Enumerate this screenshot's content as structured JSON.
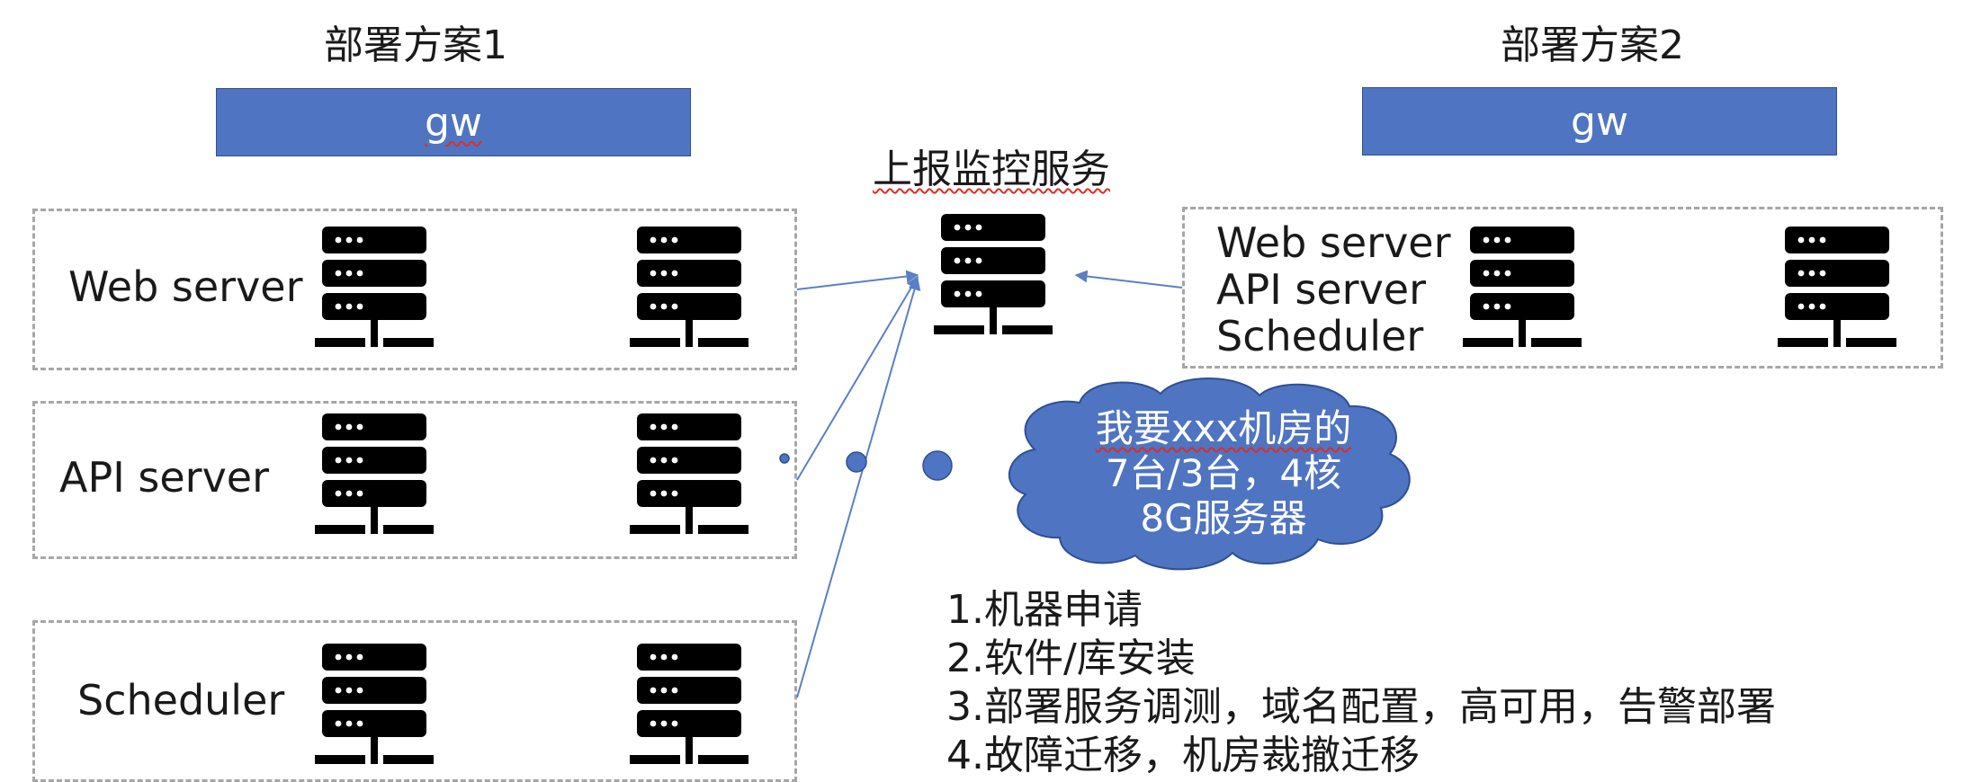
{
  "plan1": {
    "title": "部署方案1",
    "gw": "gw",
    "groups": [
      {
        "label": "Web server"
      },
      {
        "label": "API server"
      },
      {
        "label": "Scheduler"
      }
    ]
  },
  "plan2": {
    "title": "部署方案2",
    "gw": "gw",
    "lines": [
      "Web server",
      "API server",
      "Scheduler"
    ]
  },
  "monitor": {
    "title": "上报监控服务"
  },
  "cloud": {
    "lines": [
      "我要xxx机房的",
      "7台/3台，4核",
      "8G服务器"
    ]
  },
  "steps": [
    "1.机器申请",
    "2.软件/库安装",
    "3.部署服务调测，域名配置，高可用，告警部署",
    "4.故障迁移，机房裁撤迁移"
  ],
  "colors": {
    "gw_fill": "#4f74c2",
    "cloud_fill": "#4f74c2",
    "arrow": "#5b7fc6",
    "dash": "#a6a6a6"
  }
}
